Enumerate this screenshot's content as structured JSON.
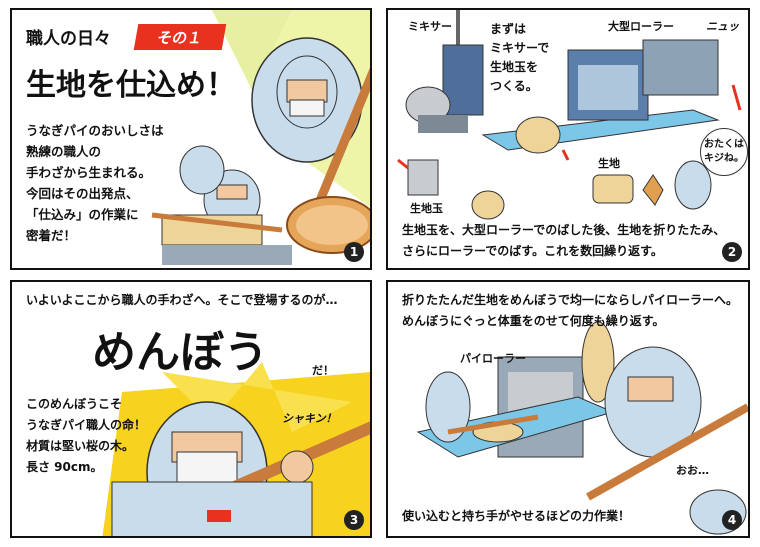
{
  "panel1": {
    "series_title": "職人の日々",
    "episode_tag": "その１",
    "headline": "生地を仕込め！",
    "body_lines": [
      "うなぎパイのおいしさは",
      "熟練の職人の",
      "手わざから生まれる。",
      "今回はその出発点、",
      "「仕込み」の作業に",
      "密着だ！"
    ],
    "number": "1"
  },
  "panel2": {
    "label_mixer": "ミキサー",
    "label_roller": "大型ローラー",
    "label_sfx": "ニュッ",
    "caption_lines": [
      "まずは",
      "ミキサーで",
      "生地玉を",
      "つくる。"
    ],
    "label_dough_ball": "生地玉",
    "label_dough": "生地",
    "bubble_lines": [
      "おたくは",
      "キジね。"
    ],
    "body_lines": [
      "生地玉を、大型ローラーでのばした後、生地を折りたたみ、",
      "さらにローラーでのばす。これを数回繰り返す。"
    ],
    "number": "2"
  },
  "panel3": {
    "intro": "いよいよここから職人の手わざへ。そこで登場するのが…",
    "headline": "めんぼう",
    "suffix": "だ！",
    "sfx": "シャキン！",
    "body_lines": [
      "このめんぼうこそ",
      "うなぎパイ職人の命！",
      "材質は堅い桜の木。",
      "長さ 90cm。"
    ],
    "number": "3"
  },
  "panel4": {
    "intro_lines": [
      "折りたたんだ生地をめんぼうで均一にならしパイローラーへ。",
      "めんぼうにぐっと体重をのせて何度も繰り返す。"
    ],
    "label_pie_roller": "パイローラー",
    "sfx": "おお…",
    "caption": "使い込むと持ち手がやせるほどの力作業！",
    "number": "4"
  },
  "colors": {
    "accent_red": "#e8321f",
    "suit_blue": "#c9dcec",
    "dough": "#efd49a",
    "machine_blue": "#4f6f9a",
    "yellow_burst": "#f7d21e"
  }
}
